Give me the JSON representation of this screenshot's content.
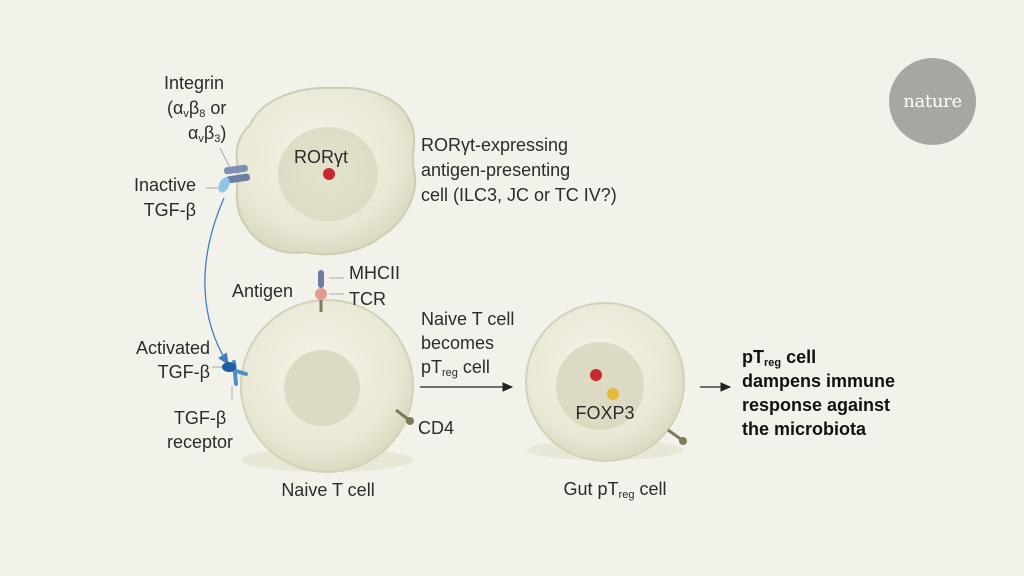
{
  "logo": "nature",
  "apc": {
    "nucleus_label": "RORγt",
    "description": [
      "RORγt-expressing",
      "antigen-presenting",
      "cell (ILC3, JC or TC IV?)"
    ]
  },
  "integrin": {
    "line1": "Integrin",
    "line2_parts": [
      "(α",
      "v",
      "β",
      "8",
      " or"
    ],
    "line3_parts": [
      "α",
      "v",
      "β",
      "3",
      ")"
    ]
  },
  "inactive_tgfb": [
    "Inactive",
    "TGF-β"
  ],
  "antigen": "Antigen",
  "mhcii": "MHCII",
  "tcr": "TCR",
  "activated_tgfb": [
    "Activated",
    "TGF-β"
  ],
  "tgfb_receptor": [
    "TGF-β",
    "receptor"
  ],
  "cd4": "CD4",
  "naive_cell_label": "Naive T cell",
  "transition": {
    "line1": "Naive T cell",
    "line2": "becomes",
    "line3_parts": [
      "pT",
      "reg",
      " cell"
    ]
  },
  "treg": {
    "nucleus_label": "FOXP3",
    "label_parts": [
      "Gut pT",
      "reg",
      " cell"
    ]
  },
  "outcome": {
    "line1_parts": [
      "pT",
      "reg",
      " cell"
    ],
    "line2": "dampens immune",
    "line3": "response against",
    "line4": "the microbiota"
  },
  "colors": {
    "background": "#f3f2ea",
    "cell_fill": "#e8e7d3",
    "nucleus_red": "#c8282e",
    "foxp3_yellow": "#e8b939",
    "tgfb_light": "#8ec5e8",
    "tgfb_dark": "#1f5e9e",
    "logo_gray": "#a7a6a1"
  }
}
